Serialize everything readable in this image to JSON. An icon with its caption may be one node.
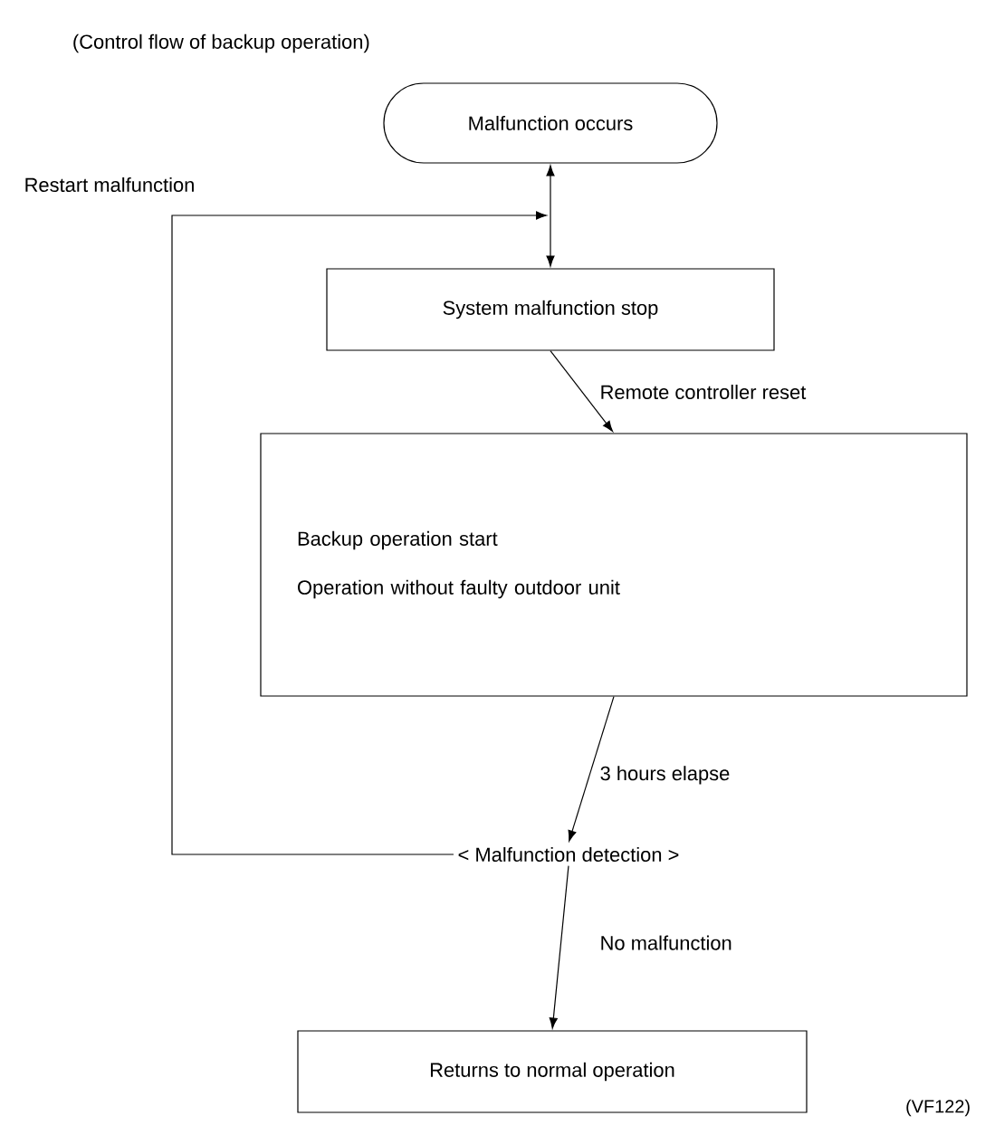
{
  "diagram": {
    "title": "(Control flow of backup operation)",
    "nodes": [
      {
        "text": [
          "Malfunction occurs"
        ]
      },
      {
        "text": [
          "System malfunction stop"
        ]
      },
      {
        "text": [
          "Backup operation start",
          "Operation without faulty outdoor unit"
        ]
      },
      {
        "text": [
          "< Malfunction detection >"
        ]
      },
      {
        "text": [
          "Returns to normal operation"
        ]
      }
    ],
    "edges": [
      {
        "from": 0,
        "to": 1,
        "arrow": "both"
      },
      {
        "from": 1,
        "to": 2,
        "arrow": "to",
        "label": "Remote controller reset"
      },
      {
        "from": 2,
        "to": 3,
        "arrow": "to",
        "label": "3 hours elapse"
      },
      {
        "from": 3,
        "to": 4,
        "arrow": "to",
        "label": "No malfunction"
      },
      {
        "from": 3,
        "to": 1,
        "arrow": "to",
        "label": "Restart malfunction"
      }
    ],
    "labels": [
      "(VF122)"
    ]
  }
}
